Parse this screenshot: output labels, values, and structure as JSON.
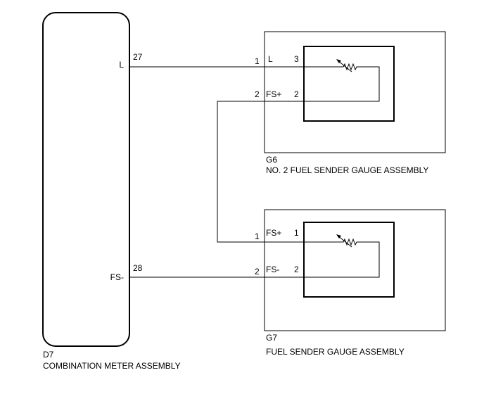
{
  "meter": {
    "code": "D7",
    "name": "COMBINATION METER ASSEMBLY",
    "pins": [
      {
        "label": "L",
        "number": "27"
      },
      {
        "label": "FS-",
        "number": "28"
      }
    ]
  },
  "g6": {
    "code": "G6",
    "name": "NO. 2 FUEL SENDER GAUGE ASSEMBLY",
    "connector_pins": [
      {
        "number": "1",
        "label": "L",
        "inner": "3"
      },
      {
        "number": "2",
        "label": "FS+",
        "inner": "2"
      }
    ]
  },
  "g7": {
    "code": "G7",
    "name": "FUEL SENDER GAUGE ASSEMBLY",
    "connector_pins": [
      {
        "number": "1",
        "label": "FS+",
        "inner": "1"
      },
      {
        "number": "2",
        "label": "FS-",
        "inner": "2"
      }
    ]
  }
}
